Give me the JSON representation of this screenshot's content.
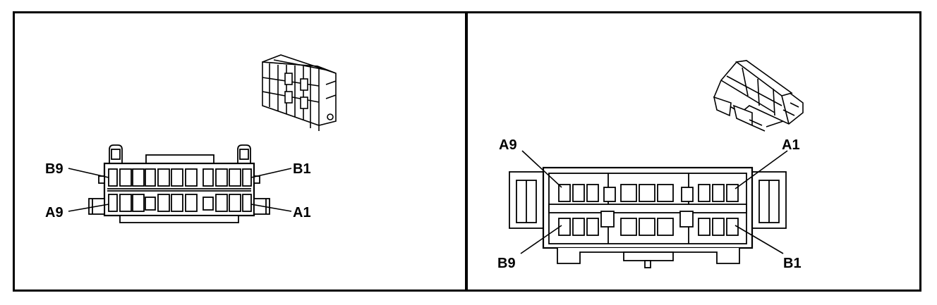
{
  "colors": {
    "ink": "#000000",
    "paper": "#ffffff"
  },
  "panels": [
    {
      "id": "left",
      "connector_face": "two-row-18-cavity",
      "labels": {
        "top_left": "B9",
        "top_right": "B1",
        "bottom_left": "A9",
        "bottom_right": "A1"
      }
    },
    {
      "id": "right",
      "connector_face": "two-row-18-cavity",
      "labels": {
        "top_left": "A9",
        "top_right": "A1",
        "bottom_left": "B9",
        "bottom_right": "B1"
      }
    }
  ]
}
